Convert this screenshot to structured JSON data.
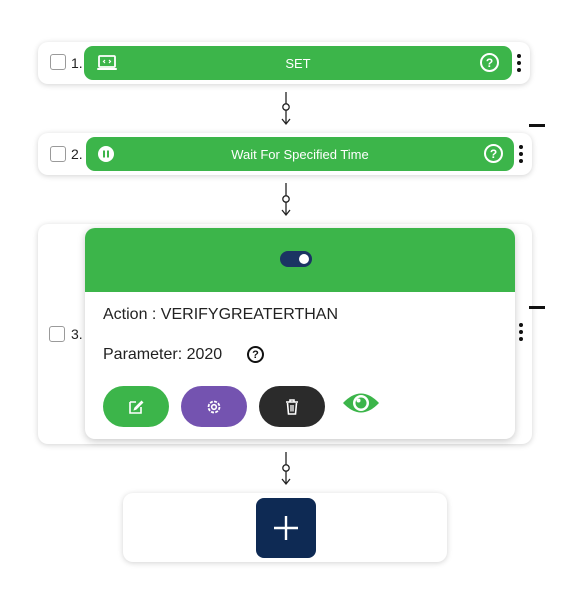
{
  "steps": [
    {
      "number": "1.",
      "label": "SET",
      "icon": "laptop-icon"
    },
    {
      "number": "2.",
      "label": "Wait For Specified Time",
      "icon": "pause-icon"
    },
    {
      "number": "3.",
      "action_text": "Action : VERIFYGREATERTHAN",
      "parameter_text": "Parameter: 2020"
    }
  ],
  "help_glyph": "?",
  "colors": {
    "green": "#3cb54a",
    "navy": "#0e2a54",
    "purple": "#7453b0",
    "dark": "#2b2b2b"
  },
  "buttons": [
    "edit-icon",
    "gear-icon",
    "trash-icon",
    "eye-icon"
  ],
  "add_button": "plus-icon"
}
